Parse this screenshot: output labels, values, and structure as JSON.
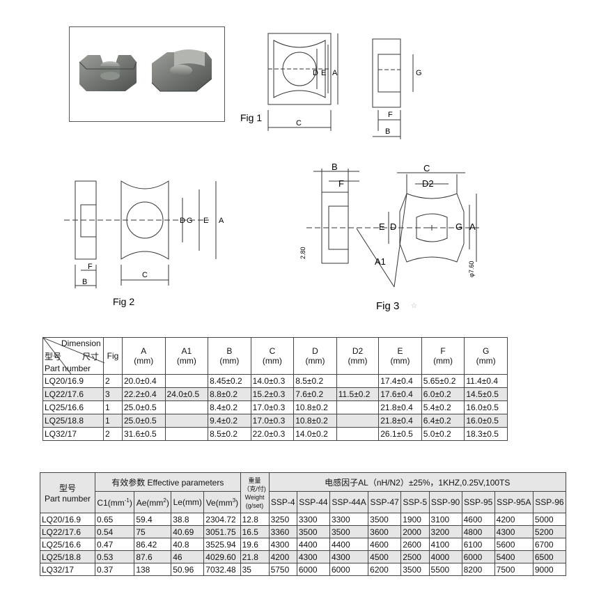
{
  "figures": {
    "fig1": "Fig 1",
    "fig2": "Fig 2",
    "fig3": "Fig 3",
    "dims": {
      "A": "A",
      "A1": "A1",
      "B": "B",
      "C": "C",
      "D": "D",
      "D2": "D2",
      "E": "E",
      "F": "F",
      "G": "G",
      "r": "2.80",
      "phi": "φ7.60"
    }
  },
  "table1": {
    "header": {
      "dimension": "Dimension",
      "model_cn": "型号",
      "size_cn": "尺寸",
      "part_number": "Part number",
      "fig": "Fig",
      "unit": "(mm)",
      "cols": [
        "A",
        "A1",
        "B",
        "C",
        "D",
        "D2",
        "E",
        "F",
        "G"
      ]
    },
    "rows": [
      {
        "part": "LQ20/16.9",
        "fig": "2",
        "A": "20.0±0.4",
        "A1": "",
        "B": "8.45±0.2",
        "C": "14.0±0.3",
        "D": "8.5±0.2",
        "D2": "",
        "E": "17.4±0.4",
        "F": "5.65±0.2",
        "G": "11.4±0.4"
      },
      {
        "part": "LQ22/17.6",
        "fig": "3",
        "A": "22.2±0.4",
        "A1": "24.0±0.5",
        "B": "8.8±0.2",
        "C": "15.2±0.3",
        "D": "7.6±0.2",
        "D2": "11.5±0.2",
        "E": "17.6±0.4",
        "F": "6.0±0.2",
        "G": "14.5±0.5"
      },
      {
        "part": "LQ25/16.6",
        "fig": "1",
        "A": "25.0±0.5",
        "A1": "",
        "B": "8.4±0.2",
        "C": "17.0±0.3",
        "D": "10.8±0.2",
        "D2": "",
        "E": "21.8±0.4",
        "F": "5.4±0.2",
        "G": "16.0±0.5"
      },
      {
        "part": "LQ25/18.8",
        "fig": "1",
        "A": "25.0±0.5",
        "A1": "",
        "B": "9.4±0.2",
        "C": "17.0±0.3",
        "D": "10.8±0.2",
        "D2": "",
        "E": "21.8±0.4",
        "F": "6.4±0.2",
        "G": "16.0±0.5"
      },
      {
        "part": "LQ32/17",
        "fig": "2",
        "A": "31.6±0.5",
        "A1": "",
        "B": "8.5±0.2",
        "C": "22.0±0.3",
        "D": "14.0±0.2",
        "D2": "",
        "E": "26.1±0.5",
        "F": "5.0±0.2",
        "G": "18.3±0.5"
      }
    ]
  },
  "table2": {
    "header": {
      "model_cn": "型号",
      "part_number": "Part number",
      "eff": "有效参数 Effective parameters",
      "c1": "C1(mm",
      "c1_sup": "-1",
      "c1_end": ")",
      "ae": "Ae(mm",
      "ae_sup": "2",
      "ae_end": ")",
      "le": "Le(mm)",
      "ve": "Ve(mm",
      "ve_sup": "3",
      "ve_end": ")",
      "weight_cn": "重量（克/付)",
      "weight_en": "Weight (g/set)",
      "al": "电感因子AL（nH/N2）±25%，1KHZ,0.25V,100TS",
      "materials": [
        "SSP-4",
        "SSP-44",
        "SSP-44A",
        "SSP-47",
        "SSP-5",
        "SSP-90",
        "SSP-95",
        "SSP-95A",
        "SSP-96"
      ]
    },
    "rows": [
      {
        "part": "LQ20/16.9",
        "c1": "0.65",
        "ae": "59.4",
        "le": "38.8",
        "ve": "2304.72",
        "w": "12.8",
        "m": [
          "3250",
          "3300",
          "3300",
          "3500",
          "1900",
          "3100",
          "4600",
          "4200",
          "5000"
        ]
      },
      {
        "part": "LQ22/17.6",
        "c1": "0.54",
        "ae": "75",
        "le": "40.69",
        "ve": "3051.75",
        "w": "16.5",
        "m": [
          "3360",
          "3500",
          "3500",
          "3600",
          "2000",
          "3200",
          "4800",
          "4300",
          "5200"
        ]
      },
      {
        "part": "LQ25/16.6",
        "c1": "0.47",
        "ae": "86.42",
        "le": "40.8",
        "ve": "3525.94",
        "w": "19.6",
        "m": [
          "4300",
          "4400",
          "4400",
          "4600",
          "2600",
          "4100",
          "6100",
          "5600",
          "6700"
        ]
      },
      {
        "part": "LQ25/18.8",
        "c1": "0.53",
        "ae": "87.6",
        "le": "46",
        "ve": "4029.60",
        "w": "21.8",
        "m": [
          "4200",
          "4300",
          "4300",
          "4500",
          "2500",
          "4000",
          "6000",
          "5400",
          "6500"
        ]
      },
      {
        "part": "LQ32/17",
        "c1": "0.37",
        "ae": "138",
        "le": "50.96",
        "ve": "7032.48",
        "w": "35",
        "m": [
          "5750",
          "6000",
          "6000",
          "6200",
          "3500",
          "5500",
          "8200",
          "7500",
          "9000"
        ]
      }
    ]
  }
}
